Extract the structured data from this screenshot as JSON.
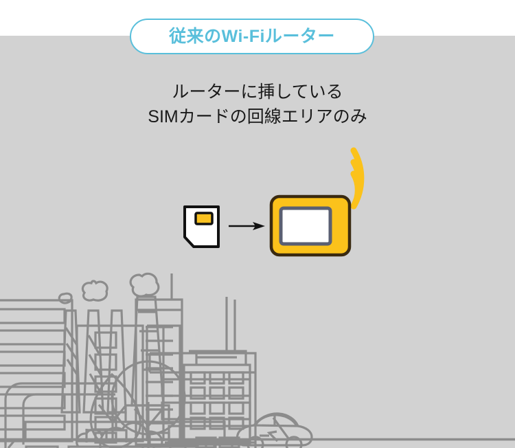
{
  "page": {
    "background_top": "#ffffff",
    "background_panel": "#d2d2d2"
  },
  "badge": {
    "label": "従来のWi-Fiルーター",
    "border_color": "#59bfdb",
    "text_color": "#59bfdb",
    "fill_color": "#ffffff"
  },
  "description": {
    "line1": "ルーターに挿している",
    "line2": "SIMカードの回線エリアのみ",
    "text_color": "#1a1a1a"
  },
  "diagram": {
    "sim_card": {
      "name": "SIMカード",
      "body_color": "#ffffff",
      "outline_color": "#111111",
      "chip_color": "#fbc221",
      "chip_outline": "#111111"
    },
    "arrow": {
      "name": "挿入",
      "color": "#111111"
    },
    "router": {
      "name": "Wi-Fiルーター",
      "body_color": "#fbc21b",
      "outline_color": "#3a2a10",
      "screen_color": "#ffffff",
      "screen_border_color": "#5a5f72"
    },
    "wifi_signal": {
      "name": "Wi-Fi電波",
      "color": "#fbc21b",
      "arc_count": 3
    }
  },
  "skyline": {
    "line_color": "#8c8c8c",
    "ground_color": "#8c8c8c",
    "elements": [
      "apartment-block-left",
      "window-grid-building",
      "tall-tower-with-antenna",
      "grid-window-building",
      "leaf-tree",
      "round-tree",
      "bushes",
      "factory-smokestacks",
      "smoke-puffs",
      "factory-hall",
      "office-block-right",
      "car"
    ]
  }
}
